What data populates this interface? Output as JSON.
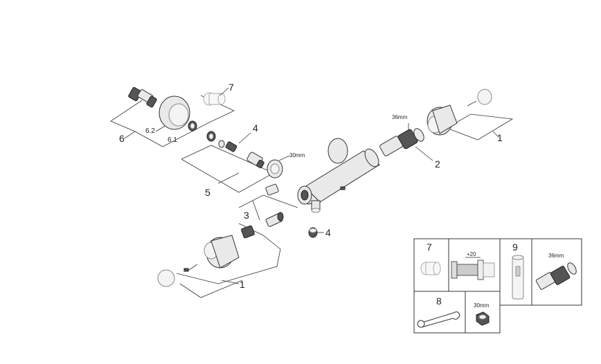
{
  "labels": {
    "l1_top": "1",
    "l2": "2",
    "l3": "3",
    "l4_top": "4",
    "l4_bottom": "4",
    "l5": "5",
    "l6": "6",
    "l6_1": "6.1",
    "l6_2": "6.2",
    "l7": "7",
    "l1_bottom": "1"
  },
  "dims": {
    "nut_30mm": "30mm",
    "cartridge_36mm": "36mm"
  },
  "table": {
    "cell7": "7",
    "cell8": "8",
    "cell9": "9",
    "plus20": "+20",
    "size_30mm": "30mm",
    "size_36mm": "36mm"
  }
}
